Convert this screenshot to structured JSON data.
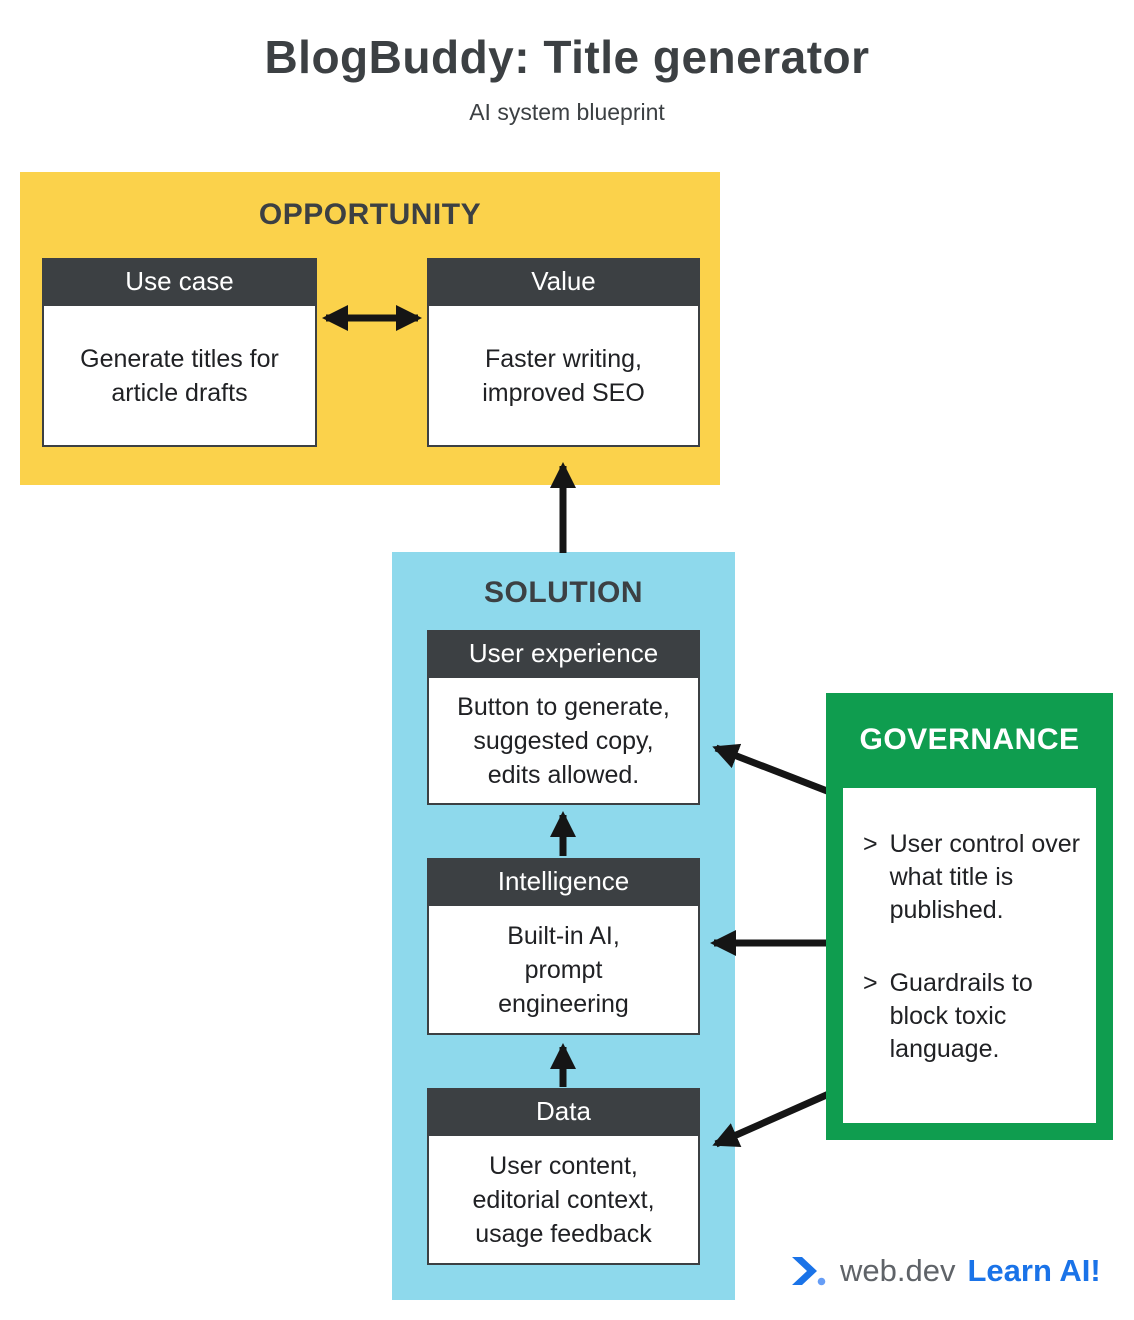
{
  "header": {
    "title": "BlogBuddy: Title generator",
    "subtitle": "AI system blueprint"
  },
  "opportunity": {
    "label": "OPPORTUNITY",
    "cards": {
      "use_case": {
        "header": "Use case",
        "body": "Generate titles for article drafts"
      },
      "value": {
        "header": "Value",
        "body": "Faster writing, improved SEO"
      }
    }
  },
  "solution": {
    "label": "SOLUTION",
    "cards": {
      "user_experience": {
        "header": "User experience",
        "body": "Button to generate, suggested copy, edits allowed."
      },
      "intelligence": {
        "header": "Intelligence",
        "body": "Built-in AI, prompt engineering"
      },
      "data": {
        "header": "Data",
        "body": "User content, editorial context, usage feedback"
      }
    }
  },
  "governance": {
    "label": "GOVERNANCE",
    "bullets": [
      {
        "marker": ">",
        "text": "User control over what title is published."
      },
      {
        "marker": ">",
        "text": "Guardrails to block toxic language."
      }
    ]
  },
  "footer": {
    "brand": "web.dev",
    "cta": "Learn AI!"
  },
  "colors": {
    "yellow": "#FBD24B",
    "blue": "#8ED9EC",
    "green": "#0F9D4F",
    "panel_header": "#3C4043",
    "arrow": "#151515",
    "text": "#3C4043",
    "body_text": "#202124",
    "brand_gray": "#5F6368",
    "link_blue": "#1A73E8"
  }
}
